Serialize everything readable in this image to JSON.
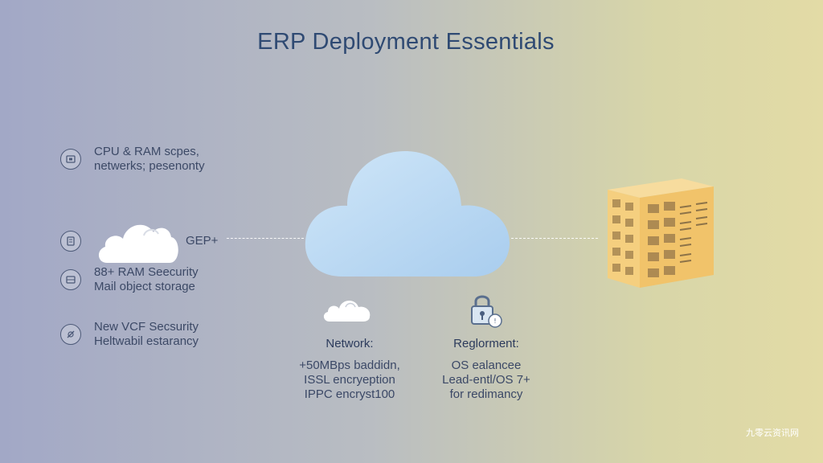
{
  "title": "ERP Deployment Essentials",
  "left_items": [
    {
      "icon": "cpu-icon",
      "lines": [
        "CPU & RAM scpes,",
        "netwerks; pesenonty"
      ]
    },
    {
      "icon": "ram-icon",
      "lines": [
        "GEP+"
      ]
    },
    {
      "icon": "storage-icon",
      "lines": [
        "88+ RAM Seecurity",
        "Mail object storage"
      ]
    },
    {
      "icon": "security-icon",
      "lines": [
        "New VCF Secsurity",
        "Heltwabil estarancy"
      ]
    }
  ],
  "network": {
    "head": "Network:",
    "lines": [
      "+50MBps baddidn,",
      "ISSL encryeption",
      "IPPC encryst100"
    ]
  },
  "requirement": {
    "head": "Reglorment:",
    "lines": [
      "OS ealancee",
      "Lead-entl/OS 7+",
      "for redimancy"
    ]
  },
  "colors": {
    "cloud": "#b9d8f2",
    "building": "#f2c977",
    "title": "#2f4a73"
  },
  "watermark": "九零云资讯网"
}
